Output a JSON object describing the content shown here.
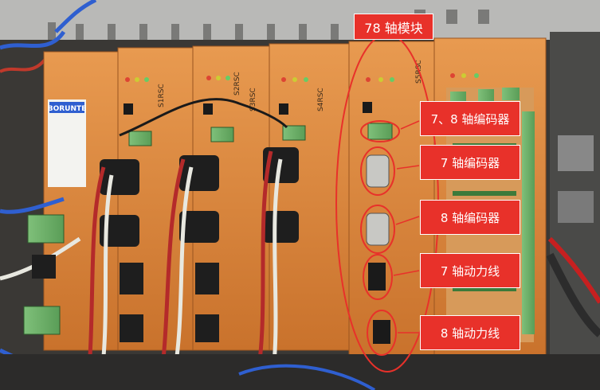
{
  "image": {
    "module_title": "78 轴模块",
    "callouts": [
      "7、8 轴编码器",
      "7 轴编码器",
      "8 轴编码器",
      "7 轴动力线",
      "8 轴动力线"
    ],
    "brand_label": "BORUNTE",
    "module_labels": [
      "S1RSC",
      "S2RSC",
      "S3RSC",
      "S4RSC",
      "S5RSC"
    ],
    "colors": {
      "annotation_red": "#e8312a",
      "panel_orange": "#e08a3c",
      "board_green": "#6fb56a"
    }
  }
}
